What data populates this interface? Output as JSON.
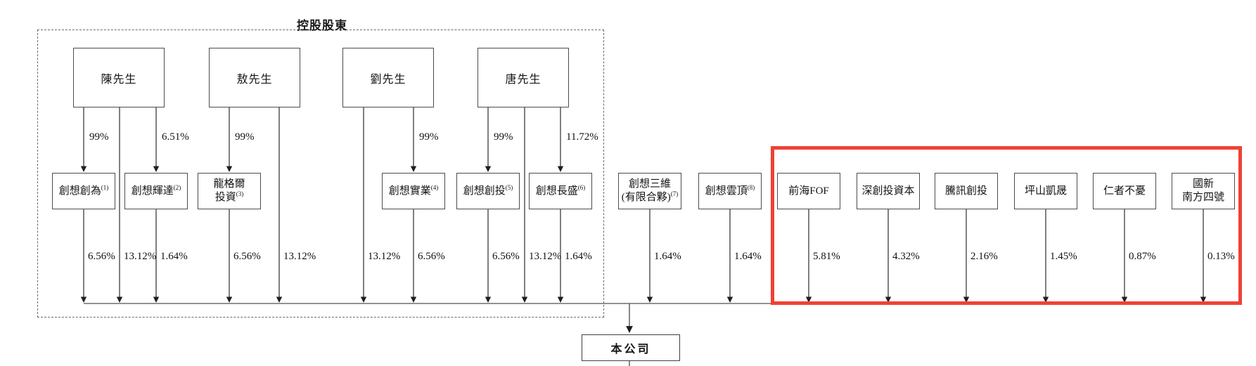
{
  "group_label": "控股股東",
  "company": {
    "name": "本公司"
  },
  "persons": [
    {
      "name": "陳先生"
    },
    {
      "name": "敖先生"
    },
    {
      "name": "劉先生"
    },
    {
      "name": "唐先生"
    }
  ],
  "entities": [
    {
      "line1": "創想創為",
      "sup1": "(1)"
    },
    {
      "line1": "創想輝達",
      "sup1": "(2)"
    },
    {
      "line1": "龍格爾",
      "line2": "投資",
      "sup2": "(3)"
    },
    {
      "line1": "創想實業",
      "sup1": "(4)"
    },
    {
      "line1": "創想創投",
      "sup1": "(5)"
    },
    {
      "line1": "創想長盛",
      "sup1": "(6)"
    },
    {
      "line1": "創想三維",
      "line2": "(有限合夥)",
      "sup2": "(7)"
    },
    {
      "line1": "創想雲頂",
      "sup1": "(8)"
    },
    {
      "line1": "前海FOF"
    },
    {
      "line1": "深創投資本"
    },
    {
      "line1": "騰訊創投"
    },
    {
      "line1": "坪山凱晟"
    },
    {
      "line1": "仁者不憂"
    },
    {
      "line1": "國新",
      "line2": "南方四號"
    }
  ],
  "edges_to_entities": [
    {
      "from": "陳先生",
      "to": "創想創為",
      "label": "99%"
    },
    {
      "from": "陳先生",
      "to": "創想輝達",
      "label": "6.51%"
    },
    {
      "from": "敖先生",
      "to": "龍格爾投資",
      "label": "99%"
    },
    {
      "from": "劉先生",
      "to": "創想實業",
      "label": "99%"
    },
    {
      "from": "唐先生",
      "to": "創想創投",
      "label": "99%"
    },
    {
      "from": "唐先生",
      "to": "創想長盛",
      "label": "11.72%"
    }
  ],
  "edges_to_company": [
    {
      "from": "創想創為",
      "label": "6.56%"
    },
    {
      "from": "陳先生",
      "label": "13.12%"
    },
    {
      "from": "創想輝達",
      "label": "1.64%"
    },
    {
      "from": "龍格爾投資",
      "label": "6.56%"
    },
    {
      "from": "敖先生",
      "label": "13.12%"
    },
    {
      "from": "劉先生",
      "label": "13.12%"
    },
    {
      "from": "創想實業",
      "label": "6.56%"
    },
    {
      "from": "創想創投",
      "label": "6.56%"
    },
    {
      "from": "唐先生",
      "label": "13.12%"
    },
    {
      "from": "創想長盛",
      "label": "1.64%"
    },
    {
      "from": "創想三維(有限合夥)",
      "label": "1.64%"
    },
    {
      "from": "創想雲頂",
      "label": "1.64%"
    },
    {
      "from": "前海FOF",
      "label": "5.81%"
    },
    {
      "from": "深創投資本",
      "label": "4.32%"
    },
    {
      "from": "騰訊創投",
      "label": "2.16%"
    },
    {
      "from": "坪山凱晟",
      "label": "1.45%"
    },
    {
      "from": "仁者不憂",
      "label": "0.87%"
    },
    {
      "from": "國新南方四號",
      "label": "0.13%"
    }
  ],
  "colors": {
    "highlight_frame": "#ef4136",
    "line": "#2b2b2b",
    "box_border": "#4c4c4c"
  }
}
